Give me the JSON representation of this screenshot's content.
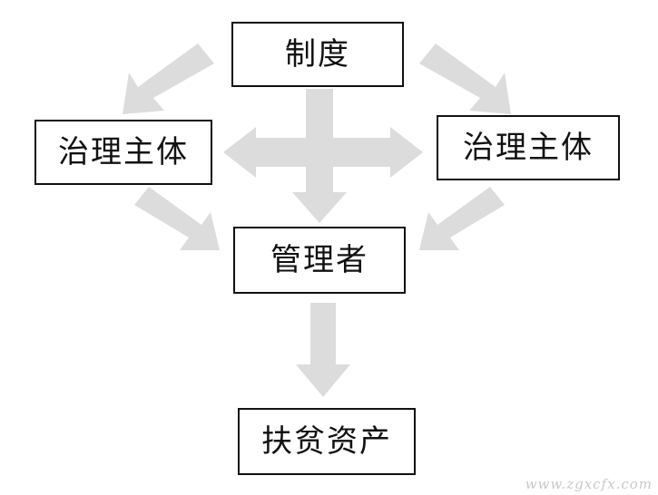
{
  "nodes": {
    "system": "制度",
    "governance_left": "治理主体",
    "governance_right": "治理主体",
    "manager": "管理者",
    "assets": "扶贫资产"
  },
  "watermark": "www.zgxcfx.com",
  "colors": {
    "arrow": "#dcdcdc",
    "box_border": "#111111",
    "text": "#111111",
    "background": "#ffffff"
  }
}
